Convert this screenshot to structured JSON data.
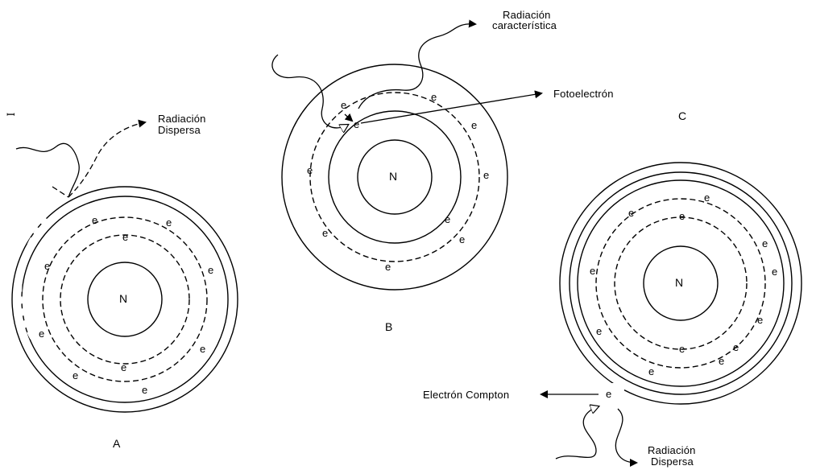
{
  "panels": {
    "A": {
      "caption": "A",
      "nucleus": "N",
      "electron": "e",
      "scatter_label_line1": "Radiación",
      "scatter_label_line2": "Dispersa",
      "corner_mark": "ꟷ"
    },
    "B": {
      "caption": "B",
      "nucleus": "N",
      "electron": "e",
      "characteristic_label_line1": "Radiación",
      "characteristic_label_line2": "característica",
      "photoelectron_label": "Fotoelectrón"
    },
    "C": {
      "caption": "C",
      "nucleus": "N",
      "electron": "e",
      "compton_label": "Electrón Compton",
      "scatter_label_line1": "Radiación",
      "scatter_label_line2": "Dispersa"
    }
  }
}
